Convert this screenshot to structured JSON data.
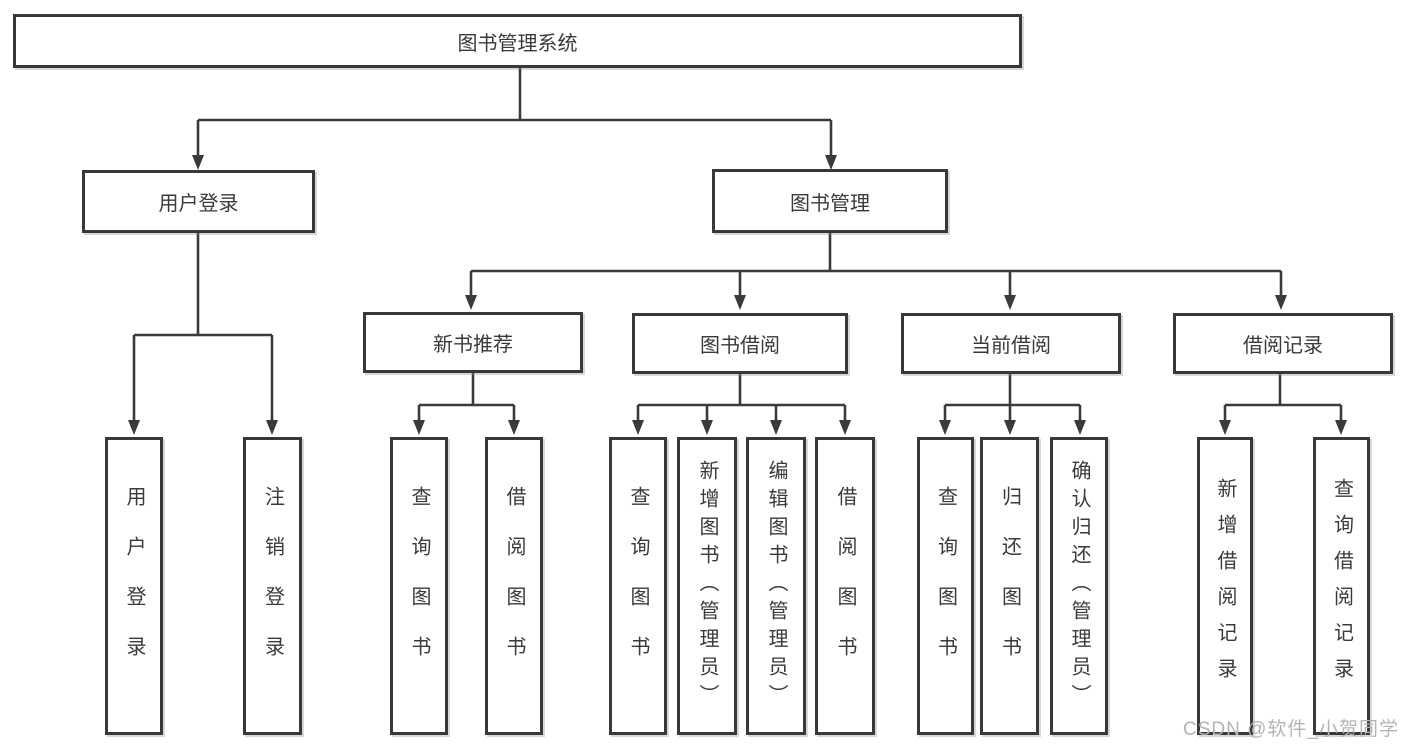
{
  "diagram": {
    "type": "tree",
    "root": {
      "label": "图书管理系统",
      "children": [
        {
          "label": "用户登录",
          "children": [
            {
              "label": "用户登录"
            },
            {
              "label": "注销登录"
            }
          ]
        },
        {
          "label": "图书管理",
          "children": [
            {
              "label": "新书推荐",
              "children": [
                {
                  "label": "查询图书"
                },
                {
                  "label": "借阅图书"
                }
              ]
            },
            {
              "label": "图书借阅",
              "children": [
                {
                  "label": "查询图书"
                },
                {
                  "label": "新增图书（管理员）"
                },
                {
                  "label": "编辑图书（管理员）"
                },
                {
                  "label": "借阅图书"
                }
              ]
            },
            {
              "label": "当前借阅",
              "children": [
                {
                  "label": "查询图书"
                },
                {
                  "label": "归还图书"
                },
                {
                  "label": "确认归还（管理员）"
                }
              ]
            },
            {
              "label": "借阅记录",
              "children": [
                {
                  "label": "新增借阅记录"
                },
                {
                  "label": "查询借阅记录"
                }
              ]
            }
          ]
        }
      ]
    }
  },
  "watermark": {
    "text": "CSDN @软件_小贺同学"
  },
  "colors": {
    "line": "#3a3a3a",
    "box_border": "#383838",
    "text": "#3a3a3e",
    "watermark": "#b4b4b4",
    "background": "#ffffff"
  }
}
